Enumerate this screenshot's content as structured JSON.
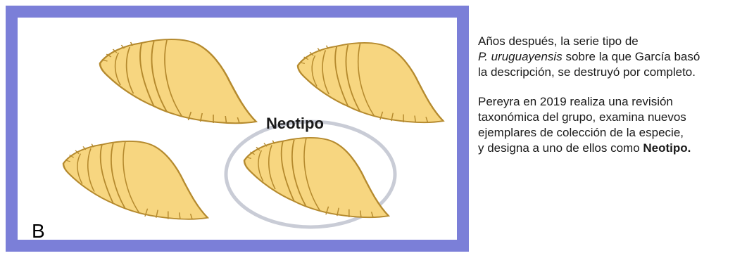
{
  "panel": {
    "letter": "B",
    "neotype_label": "Neotipo",
    "colors": {
      "frame": "#7b7fd8",
      "shell_fill": "#f7d680",
      "shell_stroke": "#b58a2e",
      "ellipse": "#c9ccd6"
    }
  },
  "text": {
    "p1_a": "Años después, la serie tipo de",
    "p1_species": "P. uruguayensis",
    "p1_b": " sobre la que García basó",
    "p1_c": "la descripción, se destruyó por completo.",
    "p2_a": "Pereyra en 2019 realiza una revisión",
    "p2_b": "taxonómica del grupo, examina nuevos",
    "p2_c": "ejemplares de colección de la especie,",
    "p2_d": "y designa a uno de ellos como ",
    "p2_bold": "Neotipo."
  }
}
